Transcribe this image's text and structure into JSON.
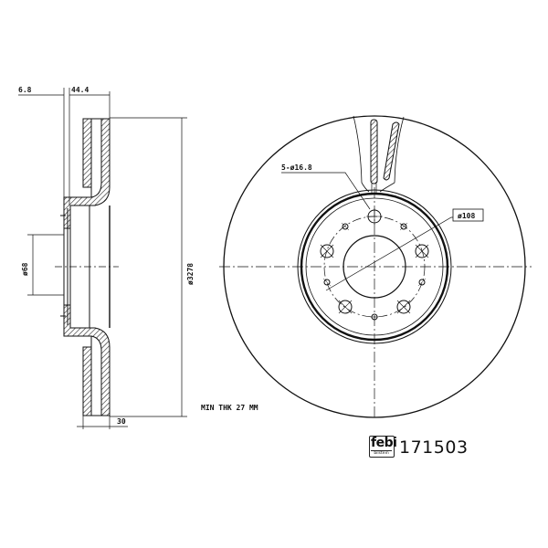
{
  "drawing": {
    "title": "Brake disc technical drawing",
    "part_number": "171503",
    "brand": {
      "logo_top": "febi",
      "logo_bottom": "bilstein"
    },
    "dimensions": {
      "offset_left": "6.8",
      "overall_height": "44.4",
      "center_bore": "ø68",
      "outer_diameter": "ø327",
      "outer_diameter_suffix": "8",
      "disc_thickness": "30",
      "bolt_holes": "5-ø16.8",
      "pcd": "ø108",
      "min_thickness": "MIN THK 27 MM"
    },
    "colors": {
      "line": "#111111",
      "hatch": "#333333",
      "background": "#ffffff"
    }
  }
}
